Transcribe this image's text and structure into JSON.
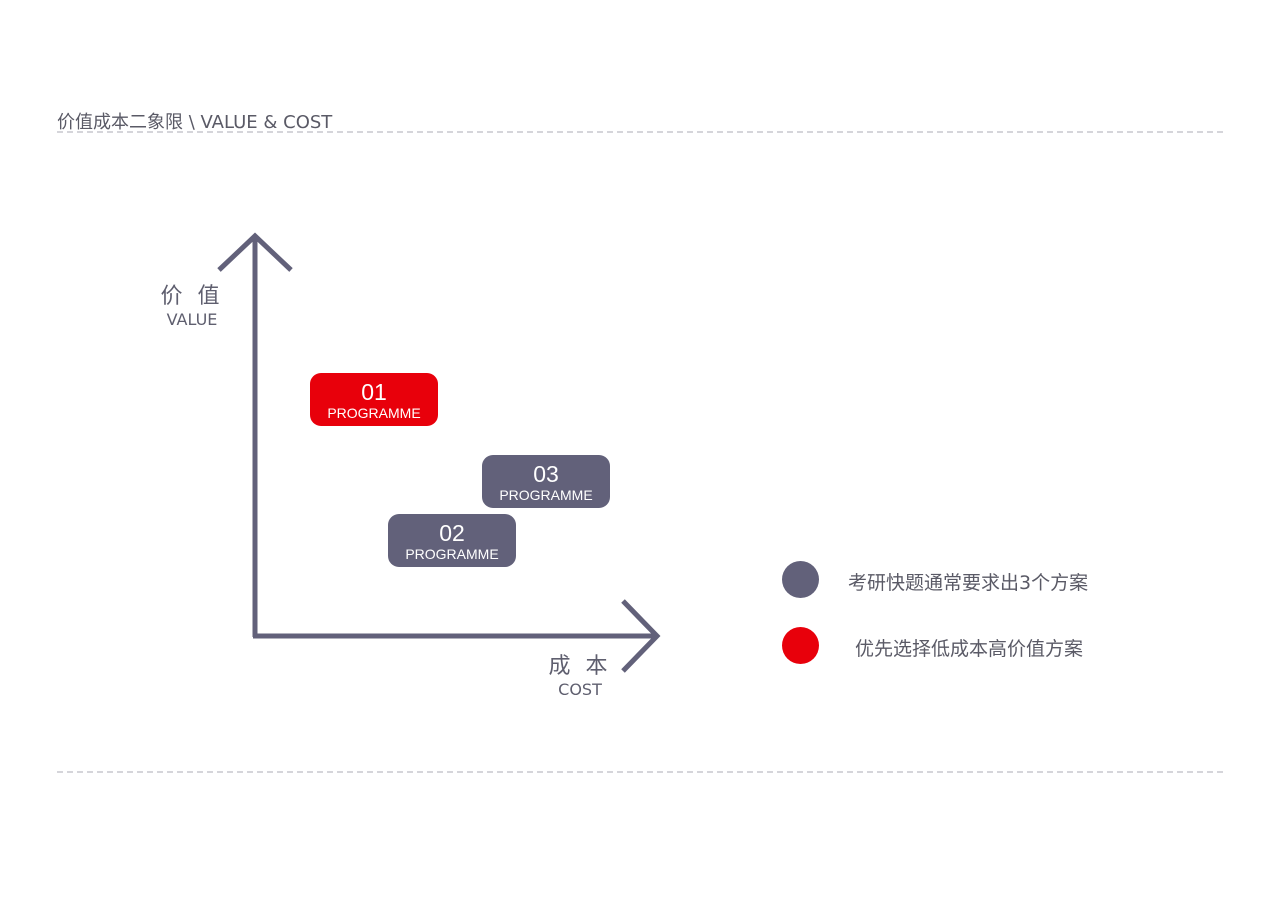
{
  "header": {
    "title": "价值成本二象限 \\ VALUE & COST"
  },
  "axes": {
    "y": {
      "label_cn": "价 值",
      "label_en": "VALUE"
    },
    "x": {
      "label_cn": "成 本",
      "label_en": "COST"
    },
    "color": "#62617a"
  },
  "programmes": [
    {
      "number": "01",
      "label": "PROGRAMME",
      "color": "#e8000b"
    },
    {
      "number": "02",
      "label": "PROGRAMME",
      "color": "#62617a"
    },
    {
      "number": "03",
      "label": "PROGRAMME",
      "color": "#62617a"
    }
  ],
  "legend": [
    {
      "text": "考研快题通常要求出3个方案",
      "color": "#62617a"
    },
    {
      "text": "优先选择低成本高价值方案",
      "color": "#e8000b"
    }
  ]
}
